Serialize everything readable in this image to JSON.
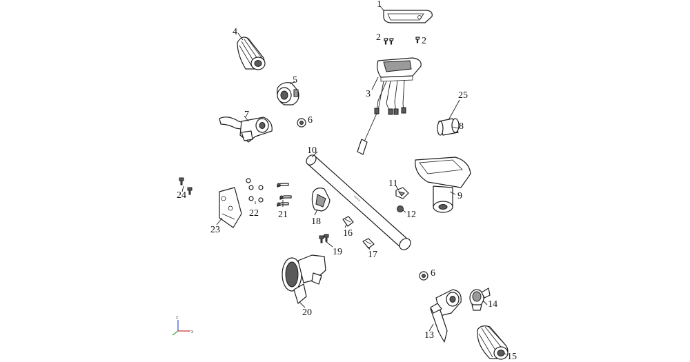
{
  "labels": {
    "p1": "1",
    "p2a": "2",
    "p2b": "2",
    "p3": "3",
    "p4": "4",
    "p5": "5",
    "p6a": "6",
    "p6b": "6",
    "p7": "7",
    "p8": "8",
    "p9": "9",
    "p10": "10",
    "p11": "11",
    "p12": "12",
    "p13": "13",
    "p14": "14",
    "p15": "15",
    "p16": "16",
    "p17": "17",
    "p18": "18",
    "p19": "19",
    "p20": "20",
    "p21": "21",
    "p22": "22",
    "p23": "23",
    "p24": "24",
    "p25": "25"
  },
  "axis_labels": {
    "z": "Z",
    "x": "X"
  },
  "colors": {
    "line": "#1c1c1c",
    "axis_z": "#3355cc",
    "axis_x": "#cc3333",
    "axis_y": "#33aa33"
  }
}
